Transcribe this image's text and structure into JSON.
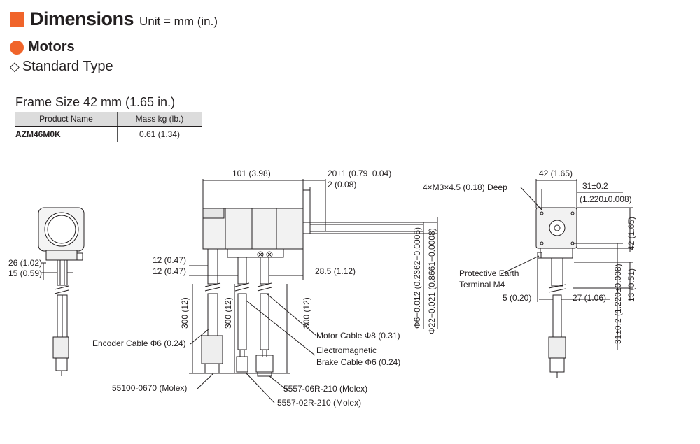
{
  "header": {
    "title": "Dimensions",
    "unit": "Unit = mm (in.)"
  },
  "section": {
    "title": "Motors",
    "subtitle": "Standard Type"
  },
  "frame": {
    "caption": "Frame Size 42 mm (1.65 in.)",
    "columns": [
      "Product Name",
      "Mass kg (lb.)"
    ],
    "rows": [
      {
        "name": "AZM46M0K",
        "mass": "0.61 (1.34)"
      }
    ]
  },
  "drawing": {
    "left": {
      "d26": "26 (1.02)",
      "d15": "15 (0.59)"
    },
    "side": {
      "len101": "101 (3.98)",
      "tol20": "20±1 (0.79±0.04)",
      "d2": "2 (0.08)",
      "d12a": "12 (0.47)",
      "d12b": "12 (0.47)",
      "d28": "28.5 (1.12)",
      "c300a": "300 (12)",
      "c300b": "300 (12)",
      "c300c": "300 (12)",
      "phi6": "Φ6−0.012 (0.2362−0.0005)",
      "phi22": "Φ22−0.021 (0.8661−0.0008)",
      "motor_cable": "Motor Cable Φ8 (0.31)",
      "brake_cable_1": "Electromagnetic",
      "brake_cable_2": "Brake Cable Φ6 (0.24)",
      "encoder_cable": "Encoder Cable Φ6 (0.24)",
      "conn1": "55100-0670 (Molex)",
      "conn2": "5557-06R-210 (Molex)",
      "conn3": "5557-02R-210 (Molex)"
    },
    "front": {
      "d42": "42 (1.65)",
      "d31": "31±0.2",
      "d31in": "(1.220±0.008)",
      "hole": "4×M3×4.5 (0.18) Deep",
      "pe1": "Protective Earth",
      "pe2": "Terminal M4",
      "d5": "5 (0.20)",
      "d27": "27 (1.06)",
      "v42": "42 (1.65)",
      "v31": "31±0.2 (1.220±0.008)",
      "v13": "13 (0.51)"
    }
  }
}
